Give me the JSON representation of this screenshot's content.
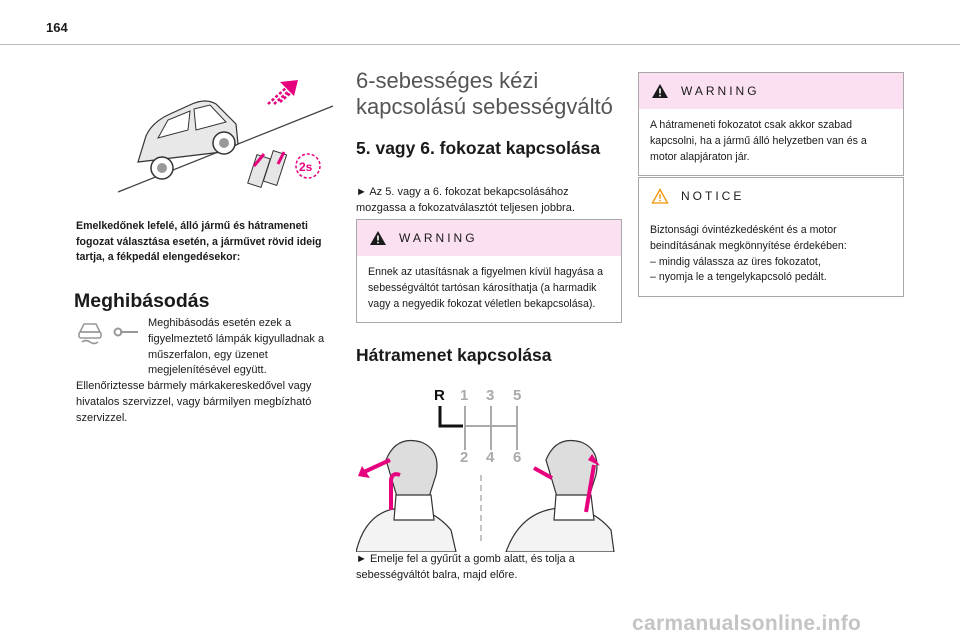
{
  "page_number": "164",
  "col1": {
    "caption": "Emelkedőnek lefelé, álló jármű és hátrameneti fogozat választása esetén, a járművet rövid ideig tartja, a fékpedál elengedésekor:",
    "fault_heading": "Meghibásodás",
    "fault_text_1": "Meghibásodás esetén ezek a figyelmeztető lámpák kigyulladnak a műszerfalon, egy üzenet megjelenítésével együtt.",
    "fault_text_2": "Ellenőriztesse bármely márkakereskedővel vagy hivatalos szervizzel, vagy bármilyen megbízható szervizzel.",
    "timer_label": "2s"
  },
  "col2": {
    "section_title": "6-sebességes kézi kapcsolású sebességváltó",
    "sub_heading": "5. vagy 6. fokozat kapcsolása",
    "step1": "► Az 5. vagy a 6. fokozat bekapcsolásához mozgassa a fokozatválasztót teljesen jobbra.",
    "warning_title": "WARNING",
    "warning_text": "Ennek az utasításnak a figyelmen kívül hagyása a sebességváltót tartósan károsíthatja (a harmadik vagy a negyedik fokozat véletlen bekapcsolása).",
    "reverse_heading": "Hátramenet kapcsolása",
    "gear_labels_top": [
      "R",
      "1",
      "3",
      "5"
    ],
    "gear_labels_bottom": [
      "2",
      "4",
      "6"
    ],
    "step2": "► Emelje fel a gyűrűt a gomb alatt, és tolja a sebességváltót balra, majd előre."
  },
  "col3": {
    "warning_title": "WARNING",
    "warning_text": "A hátrameneti fokozatot csak akkor szabad kapcsolni, ha a jármű álló helyzetben van és a motor alapjáraton jár.",
    "notice_title": "NOTICE",
    "notice_intro": "Biztonsági óvintézkedésként és a motor beindításának megkönnyítése érdekében:",
    "notice_items": [
      "– mindig válassza az üres fokozatot,",
      "– nyomja le a tengelykapcsoló pedált."
    ]
  },
  "footer": "carmanualsonline.info",
  "colors": {
    "accent_pink": "#e6007e",
    "warn_bg": "#fbe0f1",
    "notice_orange": "#f39200"
  }
}
